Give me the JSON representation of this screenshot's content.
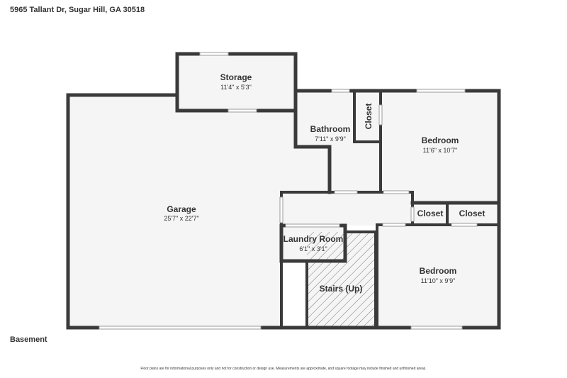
{
  "header": {
    "address": "5965 Tallant Dr, Sugar Hill, GA 30518"
  },
  "floor": {
    "label": "Basement"
  },
  "footer": {
    "disclaimer": "Floor plans are for informational purposes only and not for construction or design use. Measurements are approximate, and square footage may include finished and unfinished areas."
  },
  "rooms": {
    "storage": {
      "name": "Storage",
      "dims": "11'4\" x 5'3\""
    },
    "bathroom": {
      "name": "Bathroom",
      "dims": "7'11\" x 9'9\""
    },
    "closet_bath": {
      "name": "Closet"
    },
    "bedroom_1": {
      "name": "Bedroom",
      "dims": "11'6\" x 10'7\""
    },
    "garage": {
      "name": "Garage",
      "dims": "25'7\" x 22'7\""
    },
    "closet_a": {
      "name": "Closet"
    },
    "closet_b": {
      "name": "Closet"
    },
    "laundry": {
      "name": "Laundry Room",
      "dims": "6'1\" x 3'1\""
    },
    "stairs": {
      "name": "Stairs (Up)"
    },
    "bedroom_2": {
      "name": "Bedroom",
      "dims": "11'10\" x 9'9\""
    }
  },
  "colors": {
    "wall": "#3a3a3a",
    "floor": "#f5f5f5",
    "background": "#ffffff"
  }
}
